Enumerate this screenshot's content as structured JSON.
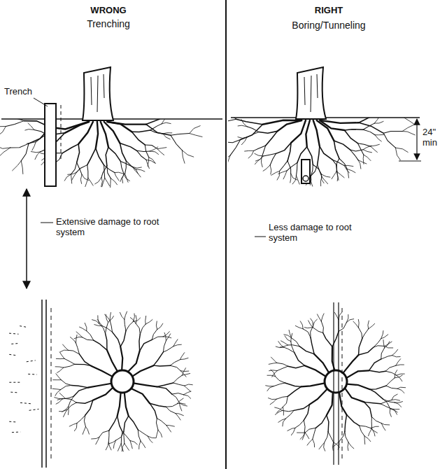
{
  "diagram": {
    "labels": [
      "WRONG",
      "Trenching",
      "RIGHT",
      "Boring/Tunneling",
      "Trench",
      "24\" min",
      "Extensive damage to root system",
      "Less damage to root system"
    ]
  }
}
